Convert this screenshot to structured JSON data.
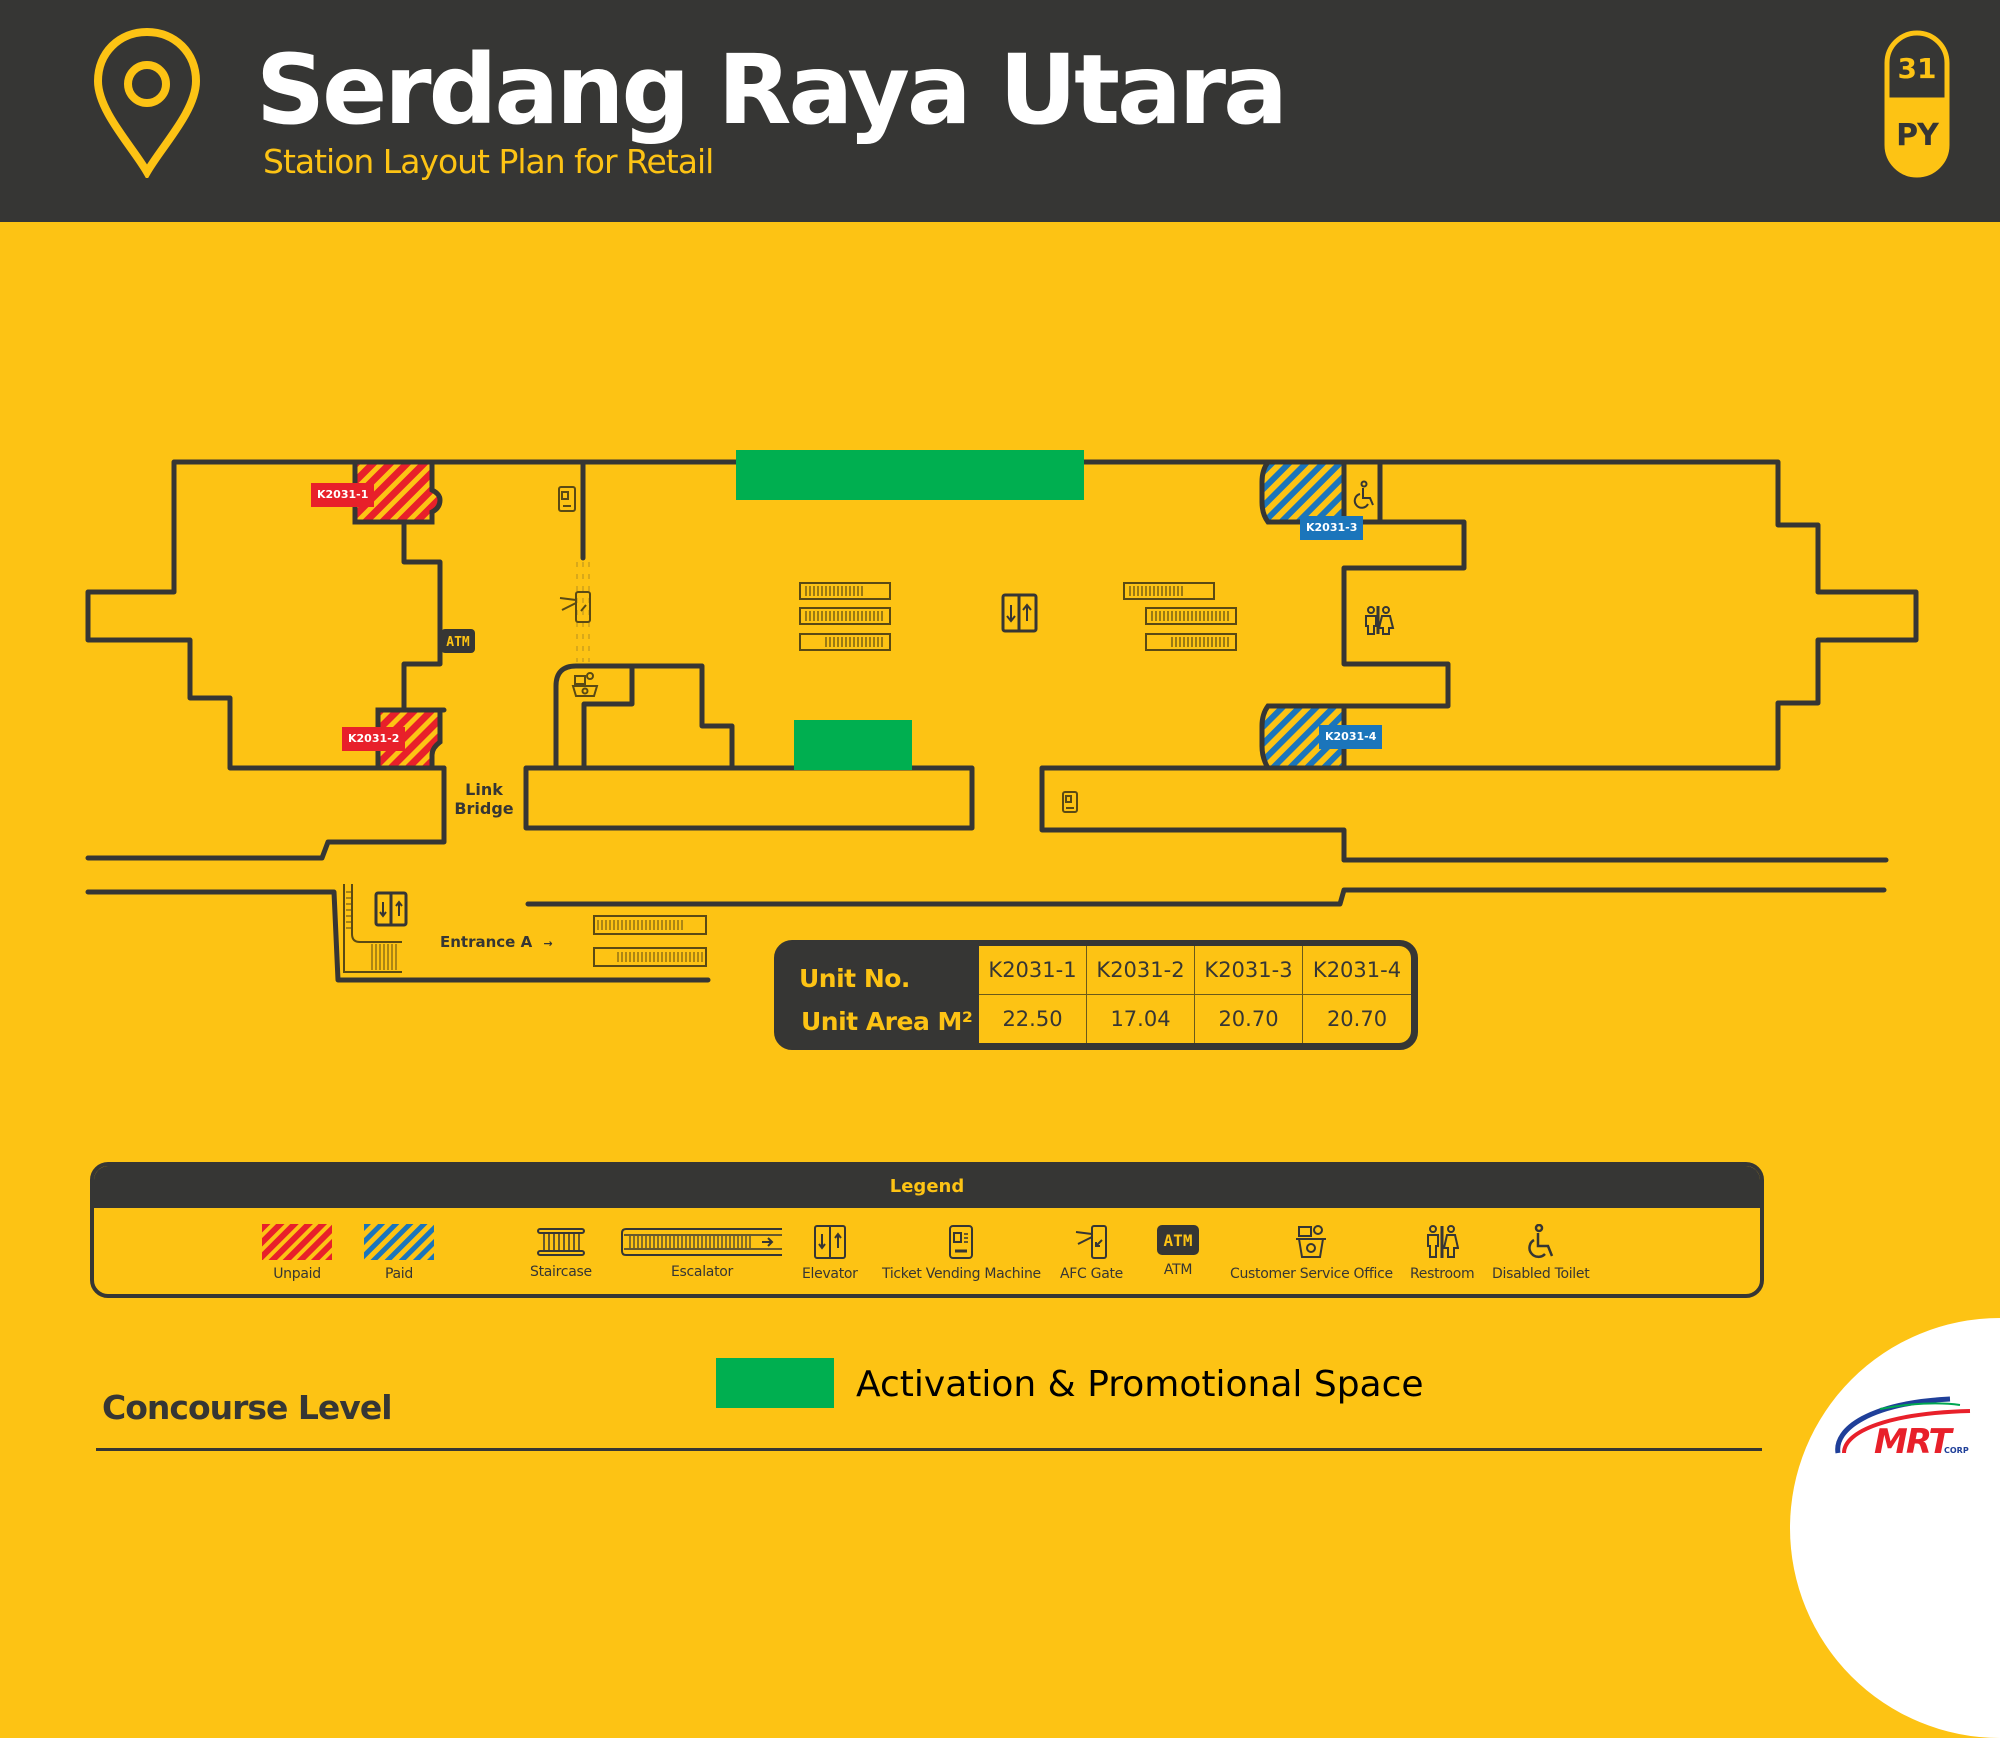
{
  "header": {
    "station_name": "Serdang Raya Utara",
    "subtitle": "Station Layout Plan for Retail",
    "station_code_number": "31",
    "station_code_line": "PY",
    "pin_icon": "map-pin-icon"
  },
  "colors": {
    "background": "#FDC314",
    "dark": "#363634",
    "unpaid": "#E8202A",
    "paid": "#1B75BB",
    "promo": "#00AF50"
  },
  "map": {
    "kiosks": [
      {
        "id": "K2031-1",
        "zone": "unpaid"
      },
      {
        "id": "K2031-2",
        "zone": "unpaid"
      },
      {
        "id": "K2031-3",
        "zone": "paid"
      },
      {
        "id": "K2031-4",
        "zone": "paid"
      }
    ],
    "labels": {
      "link_bridge_line1": "Link",
      "link_bridge_line2": "Bridge",
      "entrance": "Entrance A",
      "entrance_arrow": "→",
      "atm": "ATM"
    }
  },
  "unit_table": {
    "row_headers": [
      "Unit No.",
      "Unit Area M²"
    ],
    "units": [
      "K2031-1",
      "K2031-2",
      "K2031-3",
      "K2031-4"
    ],
    "areas": [
      "22.50",
      "17.04",
      "20.70",
      "20.70"
    ]
  },
  "legend": {
    "title": "Legend",
    "items": [
      {
        "label": "Unpaid",
        "icon": "unpaid-swatch"
      },
      {
        "label": "Paid",
        "icon": "paid-swatch"
      },
      {
        "label": "Staircase",
        "icon": "staircase-icon"
      },
      {
        "label": "Escalator",
        "icon": "escalator-icon"
      },
      {
        "label": "Elevator",
        "icon": "elevator-icon"
      },
      {
        "label": "Ticket Vending Machine",
        "icon": "ticket-vending-machine-icon"
      },
      {
        "label": "AFC Gate",
        "icon": "afc-gate-icon"
      },
      {
        "label": "ATM",
        "icon": "atm-icon"
      },
      {
        "label": "Customer Service Office",
        "icon": "customer-service-icon"
      },
      {
        "label": "Restroom",
        "icon": "restroom-icon"
      },
      {
        "label": "Disabled Toilet",
        "icon": "disabled-toilet-icon"
      }
    ]
  },
  "footer": {
    "level": "Concourse Level",
    "promo_label": "Activation & Promotional Space",
    "logo_text": "MRT",
    "logo_sub": "CORP"
  }
}
